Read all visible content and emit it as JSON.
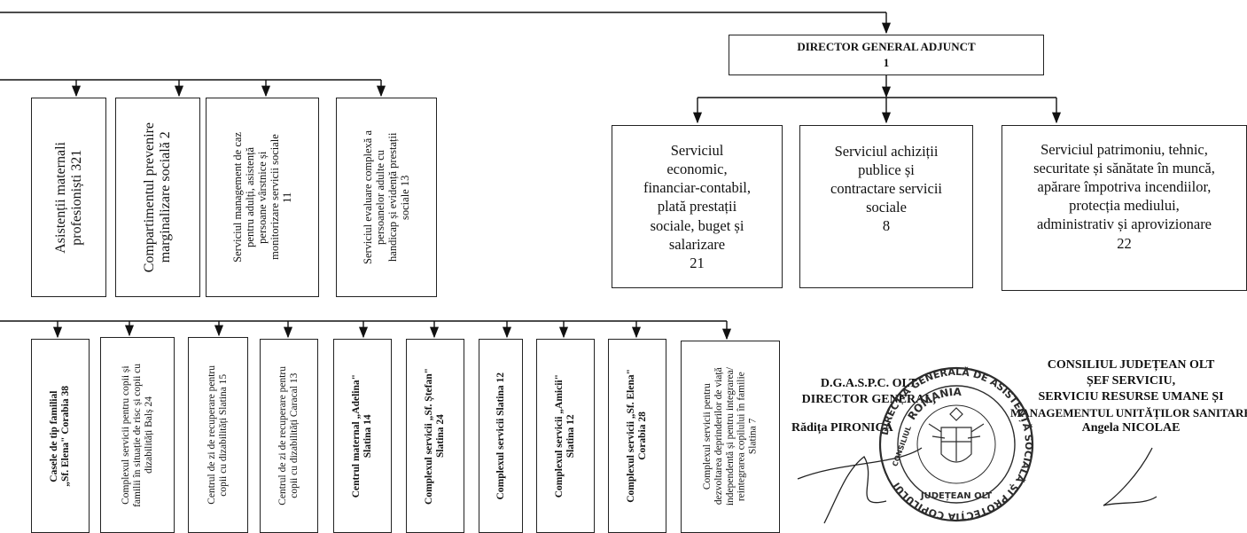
{
  "director": {
    "title": "DIRECTOR GENERAL ADJUNCT",
    "count": "1"
  },
  "services": [
    {
      "lines": [
        "Serviciul",
        "economic,",
        "financiar-contabil,",
        "plată prestații",
        "sociale, buget și",
        "salarizare"
      ],
      "count": "21"
    },
    {
      "lines": [
        "Serviciul achiziții",
        "publice și",
        "contractare servicii",
        "sociale"
      ],
      "count": "8"
    },
    {
      "lines": [
        "Serviciul patrimoniu, tehnic,",
        "securitate și sănătate în muncă,",
        "apărare împotriva incendiilor,",
        "protecția mediului,",
        "administrativ și aprovizionare"
      ],
      "count": "22"
    }
  ],
  "top_row": [
    {
      "lines": [
        "Asistenții maternali",
        "profesioniști  321"
      ]
    },
    {
      "lines": [
        "Compartimentul prevenire",
        "marginalizare socială  2"
      ]
    },
    {
      "lines": [
        "Serviciul management de caz",
        "pentru adulți, asistență",
        "persoane vârstnice și",
        "monitorizare servicii sociale",
        "11"
      ]
    },
    {
      "lines": [
        "Serviciul evaluare complexă a",
        "persoanelor adulte cu",
        "handicap și evidență prestații",
        "sociale 13"
      ]
    }
  ],
  "bottom_row": [
    {
      "lines": [
        "Casele  de tip familial",
        "„Sf. Elena\" Corabia 38"
      ]
    },
    {
      "lines": [
        "Complexul servicii pentru copii și",
        "familii în situație de risc și copii cu",
        "dizabilități Balș 24"
      ]
    },
    {
      "lines": [
        "Centrul de  zi de recuperare pentru",
        "copii  cu dizabilități  Slatina 15"
      ]
    },
    {
      "lines": [
        "Centrul de  zi de recuperare pentru",
        "copii  cu dizabilități  Caracal 13"
      ]
    },
    {
      "lines": [
        "Centrul maternal  „Adelina\"",
        "Slatina  14"
      ]
    },
    {
      "lines": [
        "Complexul servicii „Sf. Ștefan\"",
        "Slatina 24"
      ]
    },
    {
      "lines": [
        "Complexul servicii Slatina 12"
      ]
    },
    {
      "lines": [
        "Complexul servicii „Amicii\"",
        "Slatina  12"
      ]
    },
    {
      "lines": [
        "Complexul servicii „Sf. Elena\"",
        "Corabia  28"
      ]
    },
    {
      "lines": [
        "Complexul servicii pentru",
        "dezvoltarea deprinderilor de viață",
        "independentă și pentru integrarea/",
        "reintegrarea copilului în familie",
        "Slatina  7"
      ]
    }
  ],
  "signature_left": {
    "lines": [
      "D.G.A.S.P.C. OLT",
      "DIRECTOR GENERAL,",
      "Rădița PIRONICA"
    ]
  },
  "signature_right": {
    "lines": [
      "CONSILIUL JUDEȚEAN OLT",
      "ȘEF SERVICIU,",
      "SERVICIU RESURSE UMANE ȘI",
      "MANAGEMENTUL UNITĂȚILOR SANITARE",
      "Angela NICOLAE"
    ]
  },
  "stamp": {
    "outer_text": "DIRECȚIA GENERALĂ DE ASISTENȚĂ SOCIALĂ ȘI PROTECȚIA COPILULUI",
    "top_text": "ROMANIA",
    "bottom_text": "JUDEȚEAN OLT",
    "left_text": "CONSILIUL"
  },
  "colors": {
    "ink": "#111111",
    "stamp": "#2c2c2c"
  }
}
